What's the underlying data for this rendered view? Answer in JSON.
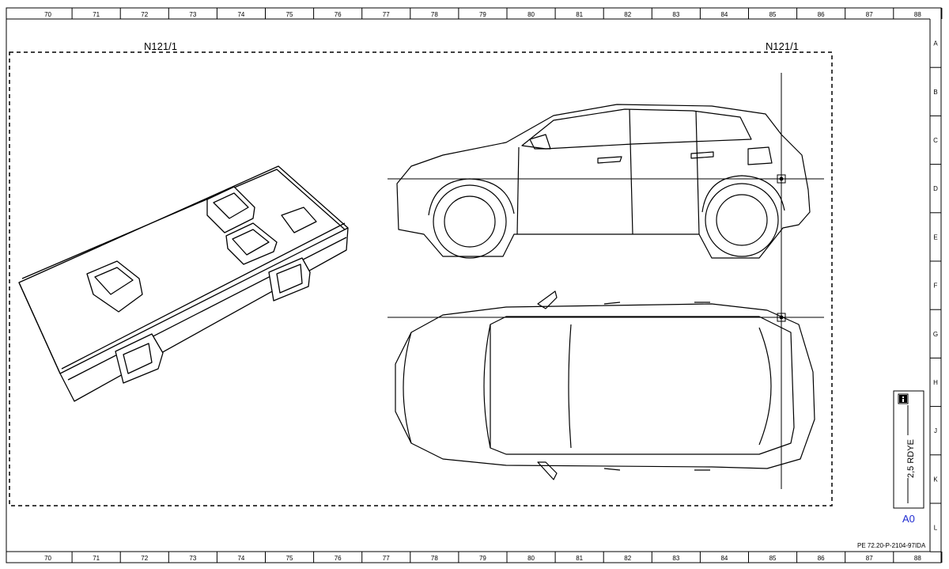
{
  "columns": [
    "70",
    "71",
    "72",
    "73",
    "74",
    "75",
    "76",
    "77",
    "78",
    "79",
    "80",
    "81",
    "82",
    "83",
    "84",
    "85",
    "86",
    "87",
    "88"
  ],
  "rows": [
    "A",
    "B",
    "C",
    "D",
    "E",
    "F",
    "G",
    "H",
    "J",
    "K",
    "L"
  ],
  "component_label_left": "N121/1",
  "component_label_right": "N121/1",
  "wire_label": "2,5 RDYE",
  "info_icon": "info-icon",
  "connector_code": "A0",
  "document_code": "PE 72.20-P-2104-97IDA"
}
